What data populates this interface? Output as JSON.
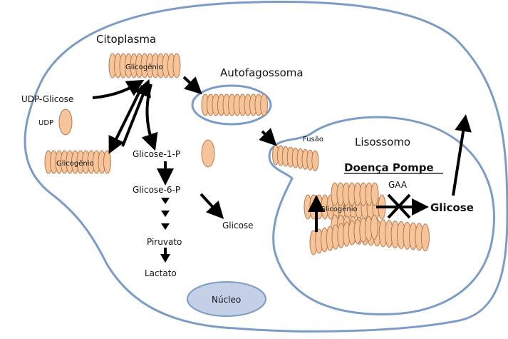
{
  "labels": {
    "cytoplasm": "Citoplasma",
    "autophagosome": "Autofagossoma",
    "lysosome": "Lisossomo",
    "pompe_disease": "Doença Pompe",
    "fusion": "Fusão",
    "nucleus": "Núcleo",
    "gaa": "GAA"
  },
  "metabolites": {
    "glycogen_main": "Glicogênio",
    "udp_glucose": "UDP-Glicose",
    "udp": "UDP",
    "glycogen_left": "Glicogênio",
    "glucose_1p": "Glicose-1-P",
    "glucose_6p": "Glicose-6-P",
    "glucose_cyto": "Glicose",
    "pyruvate": "Piruvato",
    "lactate": "Lactato",
    "glycogen_lyso": "Glicogênio",
    "glucose_lyso": "Glicose"
  },
  "colors": {
    "cell_border": "#7a9cc6",
    "nucleus_fill": "#c3d0e6",
    "glycogen_fill": "#f5c49b",
    "glycogen_stroke": "#b77a4d",
    "arrow": "#000000"
  }
}
